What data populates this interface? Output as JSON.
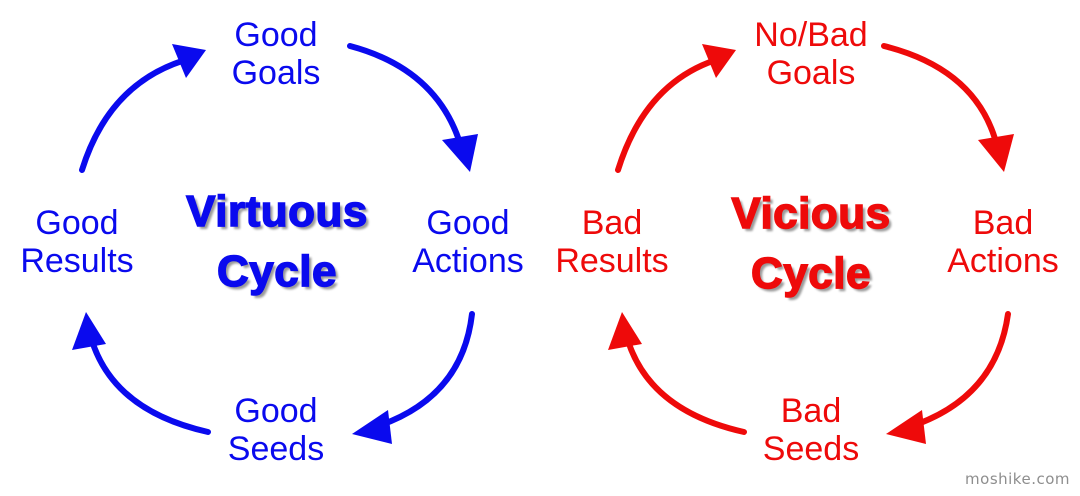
{
  "colors": {
    "virtuous": "#0a0aee",
    "vicious": "#ee0a0a",
    "title_shadow": "#9a9a9a",
    "watermark": "#8e8e8e"
  },
  "virtuous": {
    "title": [
      "Virtuous",
      "Cycle"
    ],
    "top": [
      "Good",
      "Goals"
    ],
    "right": [
      "Good",
      "Actions"
    ],
    "bottom": [
      "Good",
      "Seeds"
    ],
    "left": [
      "Good",
      "Results"
    ]
  },
  "vicious": {
    "title": [
      "Vicious",
      "Cycle"
    ],
    "top": [
      "No/Bad",
      "Goals"
    ],
    "right": [
      "Bad",
      "Actions"
    ],
    "bottom": [
      "Bad",
      "Seeds"
    ],
    "left": [
      "Bad",
      "Results"
    ]
  },
  "watermark": "moshike.com"
}
